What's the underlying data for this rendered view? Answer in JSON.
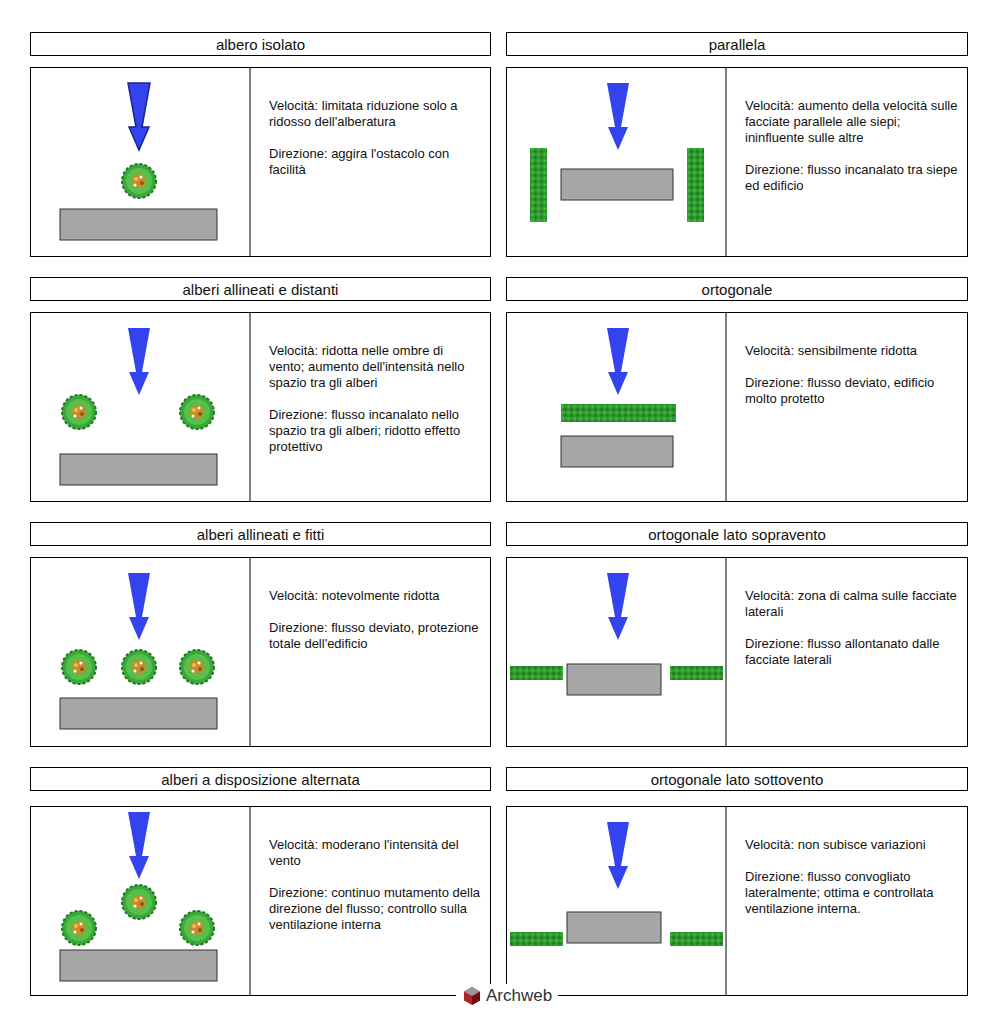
{
  "diagram": {
    "nodes": [
      {
        "text": [
          "albero isolato"
        ]
      },
      {
        "text": [
          "Velocità: limitata riduzione solo a ridosso dell'alberatura",
          "Direzione: aggira l'ostacolo con facilità"
        ]
      },
      {
        "text": [
          "parallela"
        ]
      },
      {
        "text": [
          "Velocità: aumento della velocità sulle facciate parallele alle siepi; ininfluente sulle altre",
          "Direzione: flusso incanalato tra siepe ed edificio"
        ]
      },
      {
        "text": [
          "alberi allineati e distanti"
        ]
      },
      {
        "text": [
          "Velocità: ridotta nelle ombre di vento; aumento dell'intensità nello spazio tra gli alberi",
          "Direzione: flusso incanalato nello spazio tra gli alberi; ridotto effetto protettivo"
        ]
      },
      {
        "text": [
          "ortogonale"
        ]
      },
      {
        "text": [
          "Velocità: sensibilmente ridotta",
          "Direzione: flusso deviato, edificio molto protetto"
        ]
      },
      {
        "text": [
          "alberi allineati e fitti"
        ]
      },
      {
        "text": [
          "Velocità: notevolmente ridotta",
          "Direzione: flusso deviato, protezione totale dell'edificio"
        ]
      },
      {
        "text": [
          "ortogonale lato sopravento"
        ]
      },
      {
        "text": [
          "Velocità: zona di calma sulle facciate laterali",
          "Direzione: flusso allontanato dalle facciate laterali"
        ]
      },
      {
        "text": [
          "alberi a disposizione alternata"
        ]
      },
      {
        "text": [
          "Velocità: moderano l'intensità del vento",
          "Direzione: continuo mutamento della direzione del flusso; controllo sulla ventilazione interna"
        ]
      },
      {
        "text": [
          "ortogonale lato sottovento"
        ]
      },
      {
        "text": [
          "Velocità: non subisce variazioni",
          "Direzione: flusso convogliato lateralmente; ottima e controllata ventilazione interna."
        ]
      }
    ],
    "labels": [
      "Archweb"
    ]
  }
}
